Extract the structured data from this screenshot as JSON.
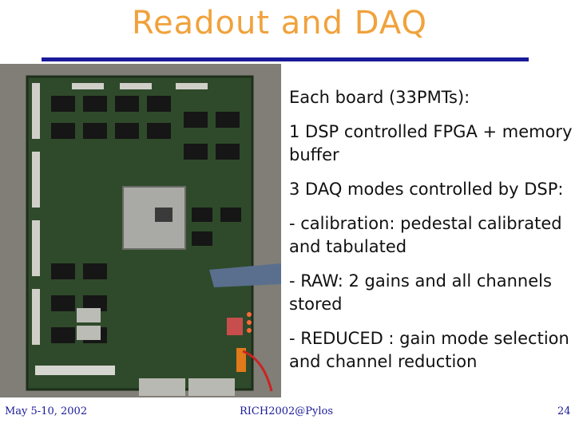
{
  "slide": {
    "title": "Readout and DAQ",
    "bullets": [
      "Each board (33PMTs):",
      "1 DSP controlled FPGA + memory buffer",
      "3 DAQ modes controlled by DSP:",
      "- calibration: pedestal calibrated and tabulated",
      "- RAW: 2 gains and all channels stored",
      "- REDUCED : gain mode selection and channel reduction"
    ]
  },
  "footer": {
    "date": "May 5-10, 2002",
    "conference": "RICH2002@Pylos",
    "page": "24"
  },
  "colors": {
    "title": "#f0a23c",
    "rule": "#1a1a9a",
    "board": "#2f4a2a",
    "footer": "#1a1a9a"
  }
}
